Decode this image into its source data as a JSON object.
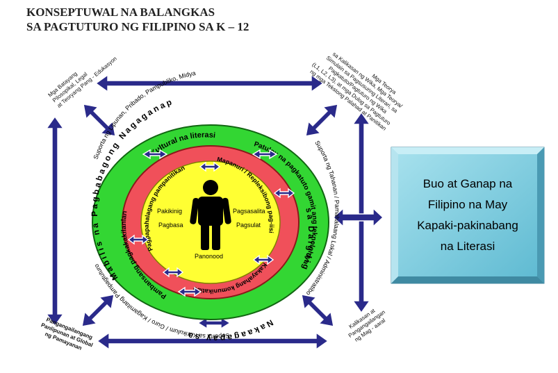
{
  "title": {
    "line1": "KONSEPTUWAL NA BALANGKAS",
    "line2": "SA PAGTUTURO NG FILIPINO SA K – 12"
  },
  "corners": {
    "top_left": [
      "Mga Batayang",
      "Pilosopikal, Legal",
      "at Teoryang Pang - Edukasyon"
    ],
    "top_right": [
      "Mga Teorya",
      "sa Kalikasan ng Wika, Mga Teorya/",
      "Simulain sa Pagsusuring Literari, sa",
      "Pagkatuto/Pagtuturo ng Wika",
      "(L1, L2, L3), at mga Dulog sa Pagtuturo",
      "ng mga Tekstong Palahad at Panitikan"
    ],
    "bottom_left": [
      "Pangangailangang",
      "Panlipunan at Global",
      "ng Pamayanan"
    ],
    "bottom_right": [
      "Kalikasan at",
      "Pangangailangan",
      "ng Mag - aaral"
    ]
  },
  "outer_supports": {
    "top": "Suporta ng Lipunan, Pribado, Pampubliko, Midya",
    "right": "Suporta ng Tahanan / Pamahalaang Lokal / Administratibo",
    "bottom": "Suporta sa Kurikulum / Guro / Kagamitang Pampagtuturo"
  },
  "green_ring": {
    "text_left": "Mabilis na Pagbabagong Nagaganap",
    "text_right": "sa Daigdig",
    "text_bottom": "Nakaagapay sa"
  },
  "red_ring": {
    "top": "Kultural na literasi",
    "right": "Patuloy na pagkatuto gamit ang teknolohiya",
    "left": "Pambansang pagkakakilanlan"
  },
  "yellow_ring": {
    "top_left": "Pagpapahalagang pampanitikan",
    "top_right": "Mapanuri / Repleksibong pag-iisip",
    "bottom": "Kakayahang komunikatibo"
  },
  "skills": {
    "left1": "Pakikinig",
    "left2": "Pagbasa",
    "right1": "Pagsasalita",
    "right2": "Pagsulat",
    "bottom": "Panonood"
  },
  "outcome": {
    "lines": [
      "Buo at Ganap na",
      "Filipino na May",
      "Kapaki-pakinabang",
      "na Literasi"
    ]
  },
  "colors": {
    "arrow": "#2a2a8a",
    "green": "#33d633",
    "red": "#f0505a",
    "yellow": "#ffff33",
    "outcome_box": "#6fc8dc"
  }
}
